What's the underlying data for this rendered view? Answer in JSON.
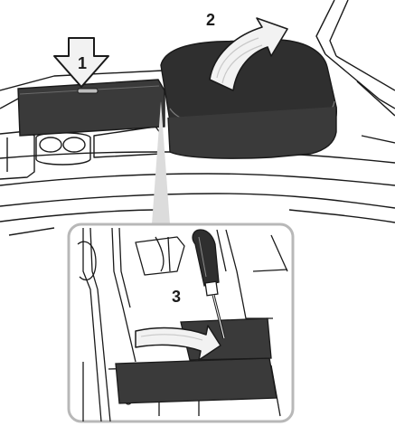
{
  "steps": [
    {
      "number": "1",
      "action": "press"
    },
    {
      "number": "2",
      "action": "lift"
    },
    {
      "number": "3",
      "action": "pry"
    }
  ],
  "colors": {
    "line": "#1a1a1a",
    "panel_dark": "#3a3a3a",
    "cushion": "#2f2f2f",
    "arrow_fill": "#f2f2f2",
    "callout_fill": "#dcdcdc",
    "background": "#ffffff"
  },
  "icons": [
    "down-arrow-icon",
    "curved-arrow-icon",
    "screwdriver-icon"
  ]
}
